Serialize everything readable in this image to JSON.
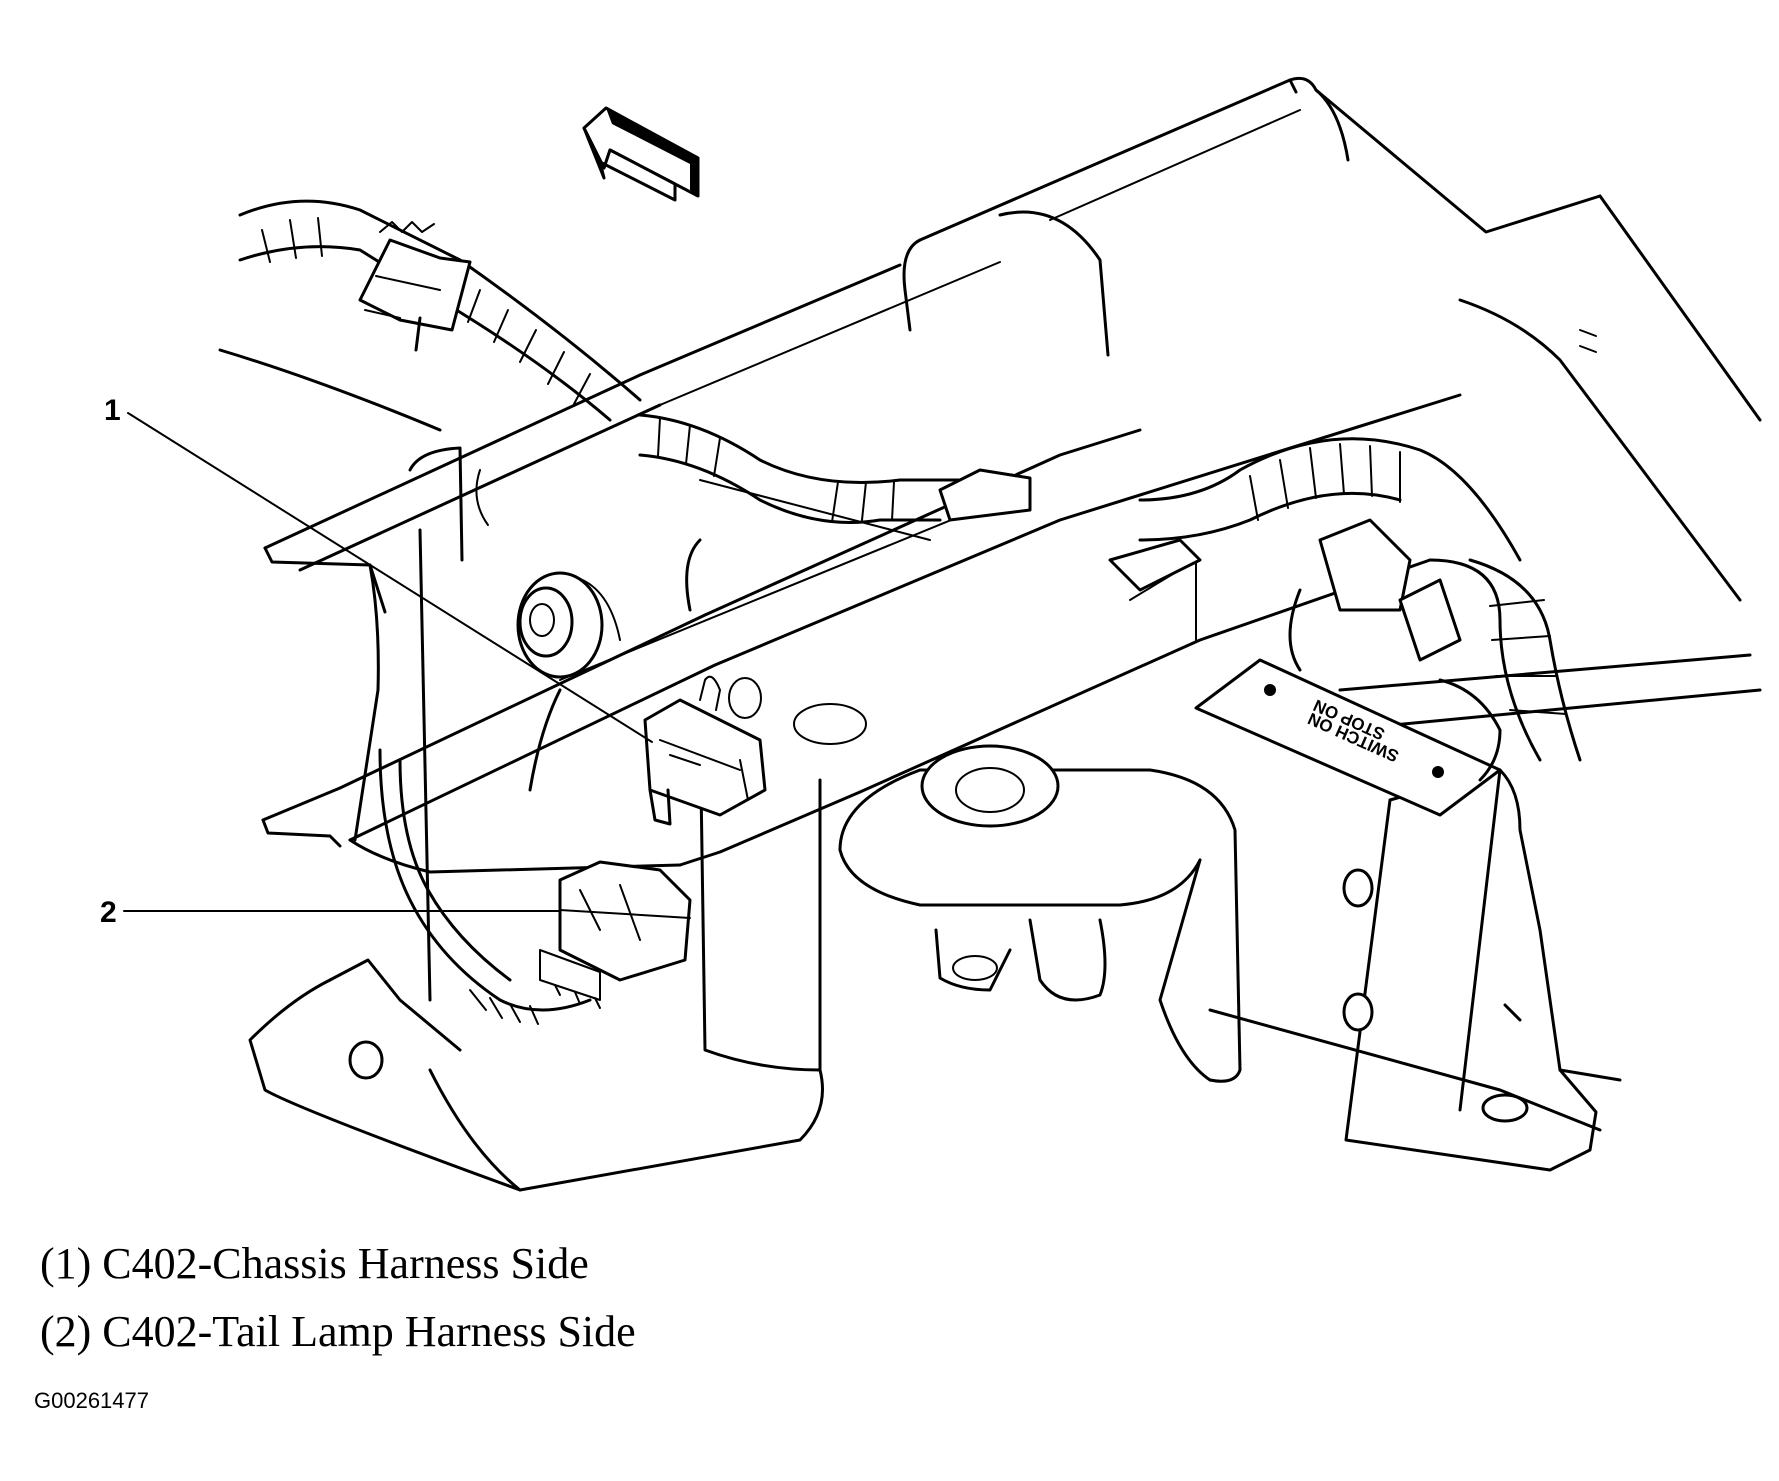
{
  "callouts": [
    {
      "number": "1",
      "caption": "(1) C402-Chassis Harness Side"
    },
    {
      "number": "2",
      "caption": "(2) C402-Tail Lamp Harness Side"
    }
  ],
  "sign": {
    "line1": "SWITCH ON",
    "line2": "STOP ON"
  },
  "figure_id": "G00261477",
  "colors": {
    "ink": "#000000",
    "paper": "#ffffff"
  },
  "icons": [
    "direction-arrow-icon"
  ]
}
